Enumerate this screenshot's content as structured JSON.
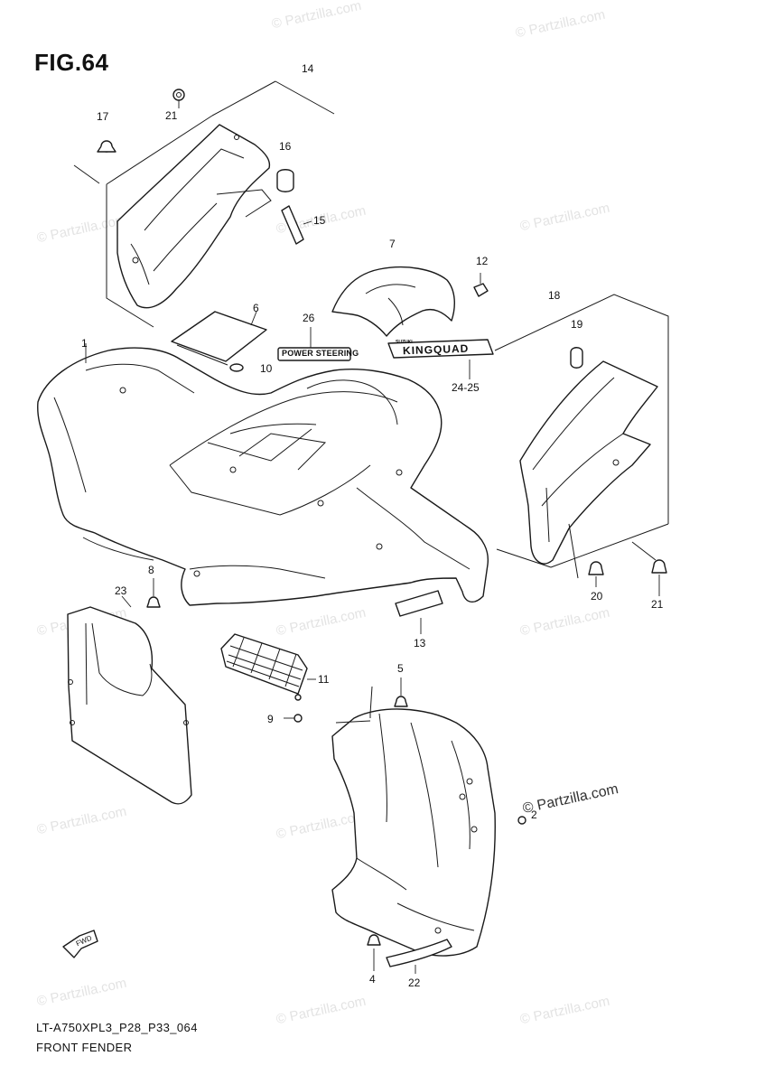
{
  "figure": {
    "title": "FIG.64",
    "code": "LT-A750XPL3_P28_P33_064",
    "name": "FRONT FENDER",
    "fwd_label": "FWD"
  },
  "decals": {
    "power_steering": "POWER STEERING",
    "kingquad_small": "SUZUKI",
    "kingquad": "KINGQUAD"
  },
  "watermark": {
    "text": "© Partzilla.com",
    "color": "#e3e3e3"
  },
  "callouts": [
    {
      "id": "c14",
      "label": "14"
    },
    {
      "id": "c21a",
      "label": "21"
    },
    {
      "id": "c17",
      "label": "17"
    },
    {
      "id": "c16",
      "label": "16"
    },
    {
      "id": "c15",
      "label": "15"
    },
    {
      "id": "c7",
      "label": "7"
    },
    {
      "id": "c12",
      "label": "12"
    },
    {
      "id": "c18",
      "label": "18"
    },
    {
      "id": "c6",
      "label": "6"
    },
    {
      "id": "c26",
      "label": "26"
    },
    {
      "id": "c19",
      "label": "19"
    },
    {
      "id": "c1",
      "label": "1"
    },
    {
      "id": "c10",
      "label": "10"
    },
    {
      "id": "c2425",
      "label": "24-25"
    },
    {
      "id": "c8",
      "label": "8"
    },
    {
      "id": "c23",
      "label": "23"
    },
    {
      "id": "c20",
      "label": "20"
    },
    {
      "id": "c21b",
      "label": "21"
    },
    {
      "id": "c13",
      "label": "13"
    },
    {
      "id": "c11",
      "label": "11"
    },
    {
      "id": "c5",
      "label": "5"
    },
    {
      "id": "c9",
      "label": "9"
    },
    {
      "id": "c2",
      "label": "2"
    },
    {
      "id": "c4",
      "label": "4"
    },
    {
      "id": "c22",
      "label": "22"
    }
  ]
}
